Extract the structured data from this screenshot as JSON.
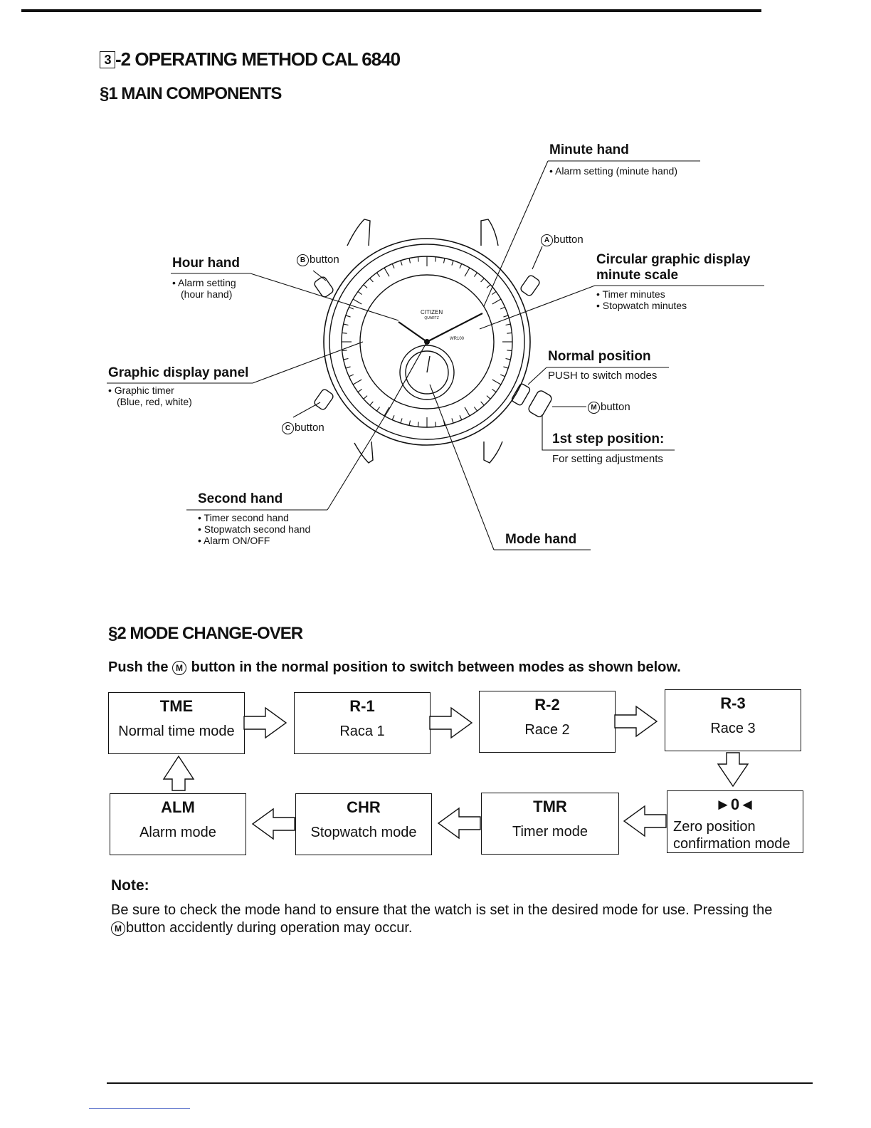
{
  "header": {
    "section_number": "3",
    "title": "-2 OPERATING METHOD CAL 6840",
    "section1": "§1 MAIN COMPONENTS"
  },
  "watch": {
    "brand": "CITIZEN",
    "brand_sub": "QUARTZ",
    "wr": "WR100"
  },
  "labels": {
    "minute_hand": {
      "title": "Minute hand",
      "items": [
        "• Alarm setting (minute hand)"
      ]
    },
    "a_button": {
      "letter": "A",
      "text": "button"
    },
    "b_button": {
      "letter": "B",
      "text": "button"
    },
    "c_button": {
      "letter": "C",
      "text": "button"
    },
    "m_button": {
      "letter": "M",
      "text": "button"
    },
    "hour_hand": {
      "title": "Hour hand",
      "items": [
        "• Alarm setting",
        "(hour hand)"
      ]
    },
    "circular_display": {
      "title_line1": "Circular graphic display",
      "title_line2": "minute scale",
      "items": [
        "• Timer minutes",
        "• Stopwatch minutes"
      ]
    },
    "normal_position": {
      "title": "Normal position",
      "desc": "PUSH to switch modes"
    },
    "graphic_panel": {
      "title": "Graphic display panel",
      "items": [
        "• Graphic timer",
        "(Blue, red, white)"
      ]
    },
    "first_step": {
      "title": "1st step position:",
      "desc": "For setting adjustments"
    },
    "second_hand": {
      "title": "Second hand",
      "items": [
        "• Timer second hand",
        "• Stopwatch second hand",
        "• Alarm ON/OFF"
      ]
    },
    "mode_hand": {
      "title": "Mode hand"
    }
  },
  "mode_section": {
    "title": "§2 MODE CHANGE-OVER",
    "instruction_pre": "Push the",
    "instruction_letter": "M",
    "instruction_post": "button in the normal position to switch between modes as shown below.",
    "modes": [
      {
        "code": "TME",
        "name": "Normal time mode"
      },
      {
        "code": "R-1",
        "name": "Raca 1"
      },
      {
        "code": "R-2",
        "name": "Race 2"
      },
      {
        "code": "R-3",
        "name": "Race 3"
      },
      {
        "code": "►0◄",
        "name_line1": "Zero position",
        "name_line2": "confirmation mode"
      },
      {
        "code": "TMR",
        "name": "Timer mode"
      },
      {
        "code": "CHR",
        "name": "Stopwatch mode"
      },
      {
        "code": "ALM",
        "name": "Alarm mode"
      }
    ]
  },
  "note": {
    "heading": "Note:",
    "line1": "Be sure to check the mode hand to ensure that the watch is set in the desired mode for use. Pressing the",
    "line2_letter": "M",
    "line2": "button accidently during operation may occur."
  }
}
